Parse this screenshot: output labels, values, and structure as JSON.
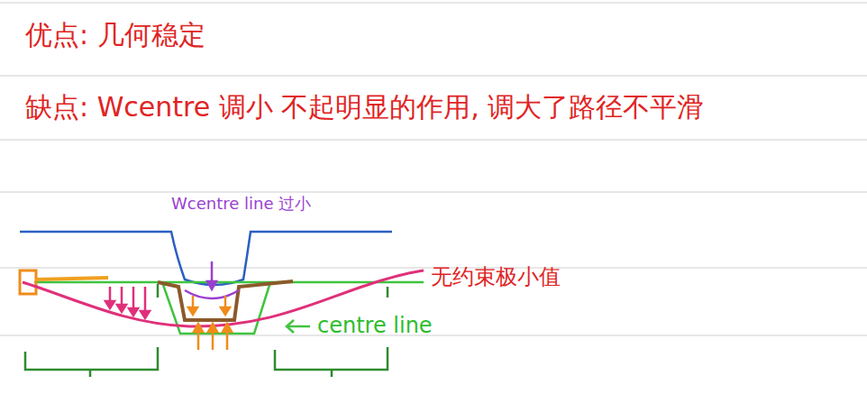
{
  "diagram": {
    "labels": [
      "优点: 几何稳定",
      "缺点: Wcentre 调小 不起明显的作用, 调大了路径不平滑",
      "Wcentre line 过小",
      "无约束极小值",
      "centre line"
    ]
  }
}
